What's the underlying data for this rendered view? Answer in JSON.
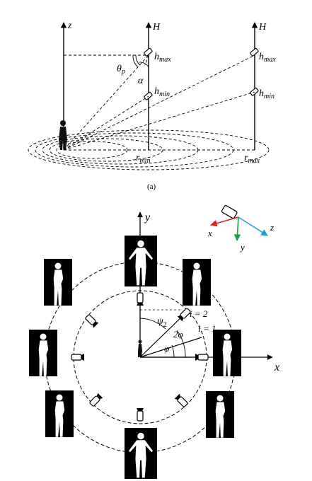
{
  "panel_a": {
    "caption": "(a)",
    "axis_z": "z",
    "pole_label_near": "H",
    "pole_label_far": "H",
    "h_max_near": "h",
    "h_max_near_sub": "max",
    "h_min_near": "h",
    "h_min_near_sub": "min",
    "h_max_far": "h",
    "h_max_far_sub": "max",
    "h_min_far": "h",
    "h_min_far_sub": "min",
    "r_min": "r",
    "r_min_sub": "min",
    "r_max": "r",
    "r_max_sub": "max",
    "theta": "θ",
    "theta_sub": "p",
    "alpha": "α"
  },
  "panel_b": {
    "axis_x": "x",
    "axis_y": "y",
    "psi": "ψ",
    "psi_sub": "2",
    "two_phi": "2φ",
    "phi": "φ",
    "i2": "i = 2",
    "i1": "i = 1",
    "camera_axes": {
      "x": "x",
      "y": "y",
      "z": "z"
    },
    "colors": {
      "cam_x": "#e02020",
      "cam_y": "#1a9e3a",
      "cam_z": "#1aa0e0"
    }
  }
}
